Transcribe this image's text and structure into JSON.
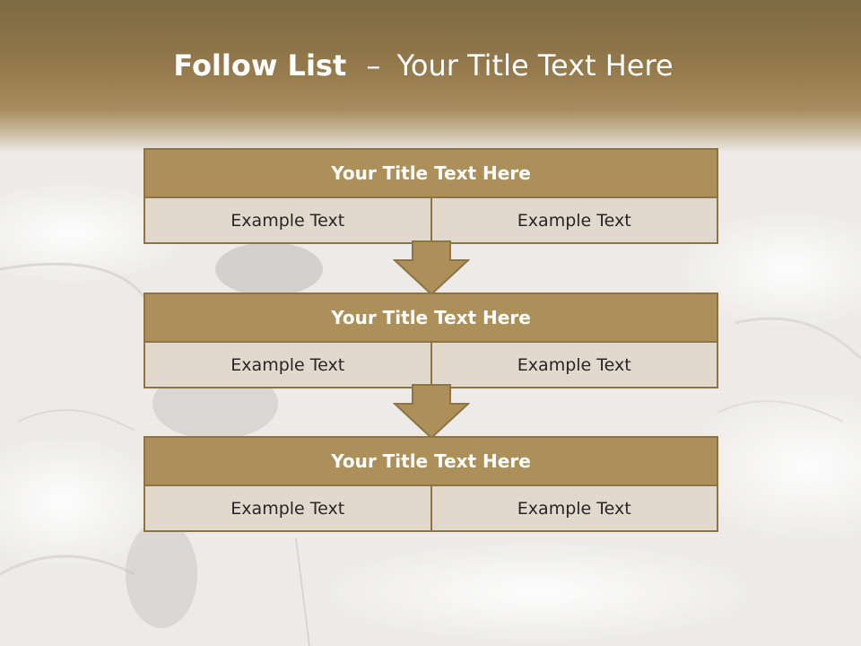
{
  "slide": {
    "title_bold": "Follow List",
    "title_dash": "–",
    "title_rest": "Your Title Text Here"
  },
  "blocks": [
    {
      "header": "Your Title Text Here",
      "left": "Example Text",
      "right": "Example Text"
    },
    {
      "header": "Your Title Text Here",
      "left": "Example Text",
      "right": "Example Text"
    },
    {
      "header": "Your Title Text Here",
      "left": "Example Text",
      "right": "Example Text"
    }
  ],
  "colors": {
    "header_fill": "#ad8f59",
    "border": "#8d7444",
    "cell_fill": "#e1d9cd",
    "band_top": "#7d6a43"
  }
}
